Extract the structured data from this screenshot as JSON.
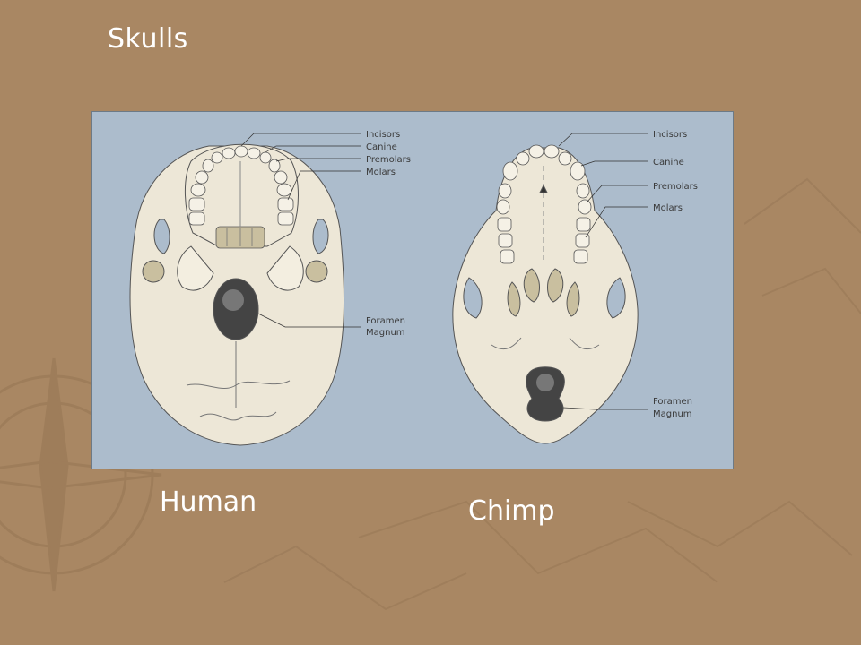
{
  "slide": {
    "title": "Skulls",
    "background_color": "#a98763",
    "figure_background_color": "#acbccc",
    "bone_color": "#ede7d7",
    "foramen_color": "#444444"
  },
  "human": {
    "caption": "Human",
    "labels": {
      "incisors": "Incisors",
      "canine": "Canine",
      "premolars": "Premolars",
      "molars": "Molars",
      "foramen_line1": "Foramen",
      "foramen_line2": "Magnum"
    }
  },
  "chimp": {
    "caption": "Chimp",
    "labels": {
      "incisors": "Incisors",
      "canine": "Canine",
      "premolars": "Premolars",
      "molars": "Molars",
      "foramen_line1": "Foramen",
      "foramen_line2": "Magnum"
    }
  }
}
